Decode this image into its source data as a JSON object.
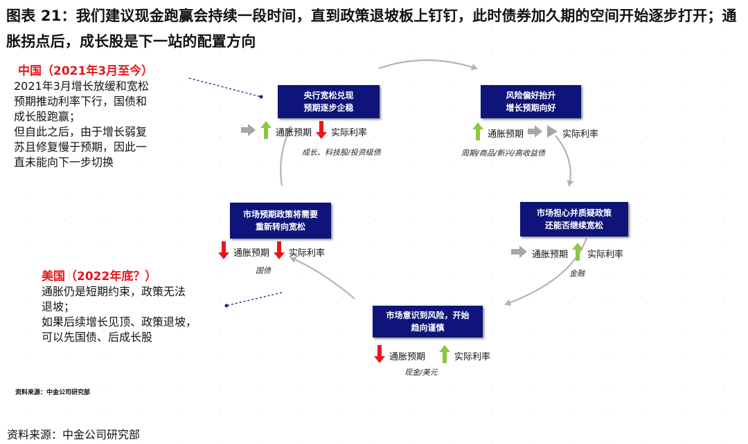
{
  "title": "图表 21：我们建议现金跑赢会持续一段时间，直到政策退坡板上钉钉，此时债券加久期的空间开始逐步打开；通胀拐点后，成长股是下一站的配置方向",
  "colors": {
    "box": "#0f147a",
    "up": "#8dc63f",
    "down": "#e8161b",
    "flat": "#a6a6a6",
    "region": "#e8161b"
  },
  "stages": [
    {
      "line1": "央行宽松兑现",
      "line2": "预期逐步企稳",
      "indicators": [
        {
          "icon": "flat-arrow-icon"
        },
        {
          "icon": "up-arrow-icon"
        },
        {
          "label": "通胀预期"
        },
        {
          "icon": "down-arrow-icon"
        },
        {
          "label": "实际利率"
        }
      ],
      "asset": "成长、科技股/投资级债"
    },
    {
      "line1": "风险偏好抬升",
      "line2": "增长预期向好",
      "indicators": [
        {
          "icon": "up-arrow-icon"
        },
        {
          "label": "通胀预期"
        },
        {
          "icon": "flat-arrow-icon"
        },
        {
          "label": "实际利率"
        }
      ],
      "asset": "周期/商品/新兴/高收益债"
    },
    {
      "line1": "市场担心并质疑政策",
      "line2": "还能否继续宽松",
      "indicators": [
        {
          "icon": "flat-arrow-icon"
        },
        {
          "label": "通胀预期"
        },
        {
          "icon": "up-arrow-icon"
        },
        {
          "label": "实际利率"
        }
      ],
      "asset": "金融"
    },
    {
      "line1": "市场意识到风险，开始",
      "line2": "趋向谨慎",
      "indicators": [
        {
          "icon": "down-arrow-icon"
        },
        {
          "label": "通胀预期"
        },
        {
          "icon": "up-arrow-icon"
        },
        {
          "label": "实际利率"
        }
      ],
      "asset": "现金/美元"
    },
    {
      "line1": "市场预期政策将需要",
      "line2": "重新转向宽松",
      "indicators": [
        {
          "icon": "down-arrow-icon"
        },
        {
          "label": "通胀预期"
        },
        {
          "icon": "down-arrow-icon"
        },
        {
          "label": "实际利率"
        }
      ],
      "asset": "国债"
    }
  ],
  "china": {
    "heading": "中国（2021年3月至今）",
    "lines": [
      "2021年3月增长放缓和宽松",
      "预期推动利率下行，国债和",
      "成长股跑赢；",
      "但自此之后，由于增长弱复",
      "苏且修复慢于预期，因此一",
      "直未能向下一步切换"
    ]
  },
  "usa": {
    "heading": "美国（2022年底？）",
    "lines": [
      "通胀仍是短期约束，政策无法",
      "退坡；",
      "如果后续增长见顶、政策退坡，",
      "可以先国债、后成长股"
    ]
  },
  "source_small": "资料来源：中金公司研究部",
  "source": "资料来源：中金公司研究部"
}
